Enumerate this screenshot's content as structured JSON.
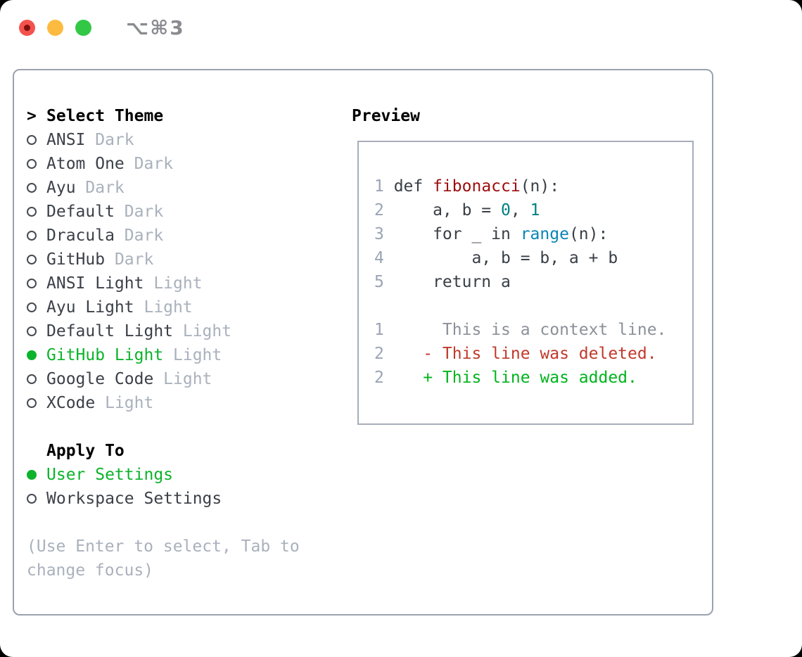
{
  "window": {
    "title": "⌥⌘3"
  },
  "colors": {
    "traffic_close": "#f4524d",
    "traffic_close_dot": "#7d100c",
    "traffic_minimize": "#fcbb40",
    "traffic_zoom": "#32c846",
    "panel_border": "#9aa2ae",
    "selection_green": "#0cb32b",
    "muted_gray": "#a9b1bc",
    "item_text": "#3b4048",
    "line_number": "#9aa4b4",
    "syntax_function_red": "#9e0c0c",
    "syntax_number_teal": "#008080",
    "syntax_builtin_blue": "#0a86b4",
    "diff_context_gray": "#8b9199",
    "diff_deleted_red": "#c0392b",
    "diff_added_green": "#00b41c"
  },
  "theme_picker": {
    "cursor": ">",
    "heading": "Select Theme",
    "themes": [
      {
        "name": "ANSI",
        "variant": "Dark",
        "selected": false
      },
      {
        "name": "Atom One",
        "variant": "Dark",
        "selected": false
      },
      {
        "name": "Ayu",
        "variant": "Dark",
        "selected": false
      },
      {
        "name": "Default",
        "variant": "Dark",
        "selected": false
      },
      {
        "name": "Dracula",
        "variant": "Dark",
        "selected": false
      },
      {
        "name": "GitHub",
        "variant": "Dark",
        "selected": false
      },
      {
        "name": "ANSI Light",
        "variant": "Light",
        "selected": false
      },
      {
        "name": "Ayu Light",
        "variant": "Light",
        "selected": false
      },
      {
        "name": "Default Light",
        "variant": "Light",
        "selected": false
      },
      {
        "name": "GitHub Light",
        "variant": "Light",
        "selected": true
      },
      {
        "name": "Google Code",
        "variant": "Light",
        "selected": false
      },
      {
        "name": "XCode",
        "variant": "Light",
        "selected": false
      }
    ]
  },
  "apply_to": {
    "heading": "Apply To",
    "options": [
      {
        "label": "User Settings",
        "selected": true
      },
      {
        "label": "Workspace Settings",
        "selected": false
      }
    ]
  },
  "hint": "(Use Enter to select, Tab to change focus)",
  "preview": {
    "heading": "Preview",
    "lines": [
      {
        "num": "1",
        "tokens": [
          {
            "t": "def ",
            "c": "plain"
          },
          {
            "t": "fibonacci",
            "c": "fn"
          },
          {
            "t": "(n):",
            "c": "plain"
          }
        ]
      },
      {
        "num": "2",
        "tokens": [
          {
            "t": "    a, b = ",
            "c": "plain"
          },
          {
            "t": "0",
            "c": "num"
          },
          {
            "t": ", ",
            "c": "plain"
          },
          {
            "t": "1",
            "c": "num"
          }
        ]
      },
      {
        "num": "3",
        "tokens": [
          {
            "t": "    for _ in ",
            "c": "plain"
          },
          {
            "t": "range",
            "c": "builtin"
          },
          {
            "t": "(n):",
            "c": "plain"
          }
        ]
      },
      {
        "num": "4",
        "tokens": [
          {
            "t": "        a, b = b, a + b",
            "c": "plain"
          }
        ]
      },
      {
        "num": "5",
        "tokens": [
          {
            "t": "    return a",
            "c": "plain"
          }
        ]
      },
      {
        "num": "",
        "tokens": []
      },
      {
        "num": "1",
        "tokens": [
          {
            "t": "     This is a context line.",
            "c": "context"
          }
        ]
      },
      {
        "num": "2",
        "tokens": [
          {
            "t": "   - This line was deleted.",
            "c": "deleted"
          }
        ]
      },
      {
        "num": "2",
        "tokens": [
          {
            "t": "   + This line was added.",
            "c": "added"
          }
        ]
      }
    ]
  }
}
